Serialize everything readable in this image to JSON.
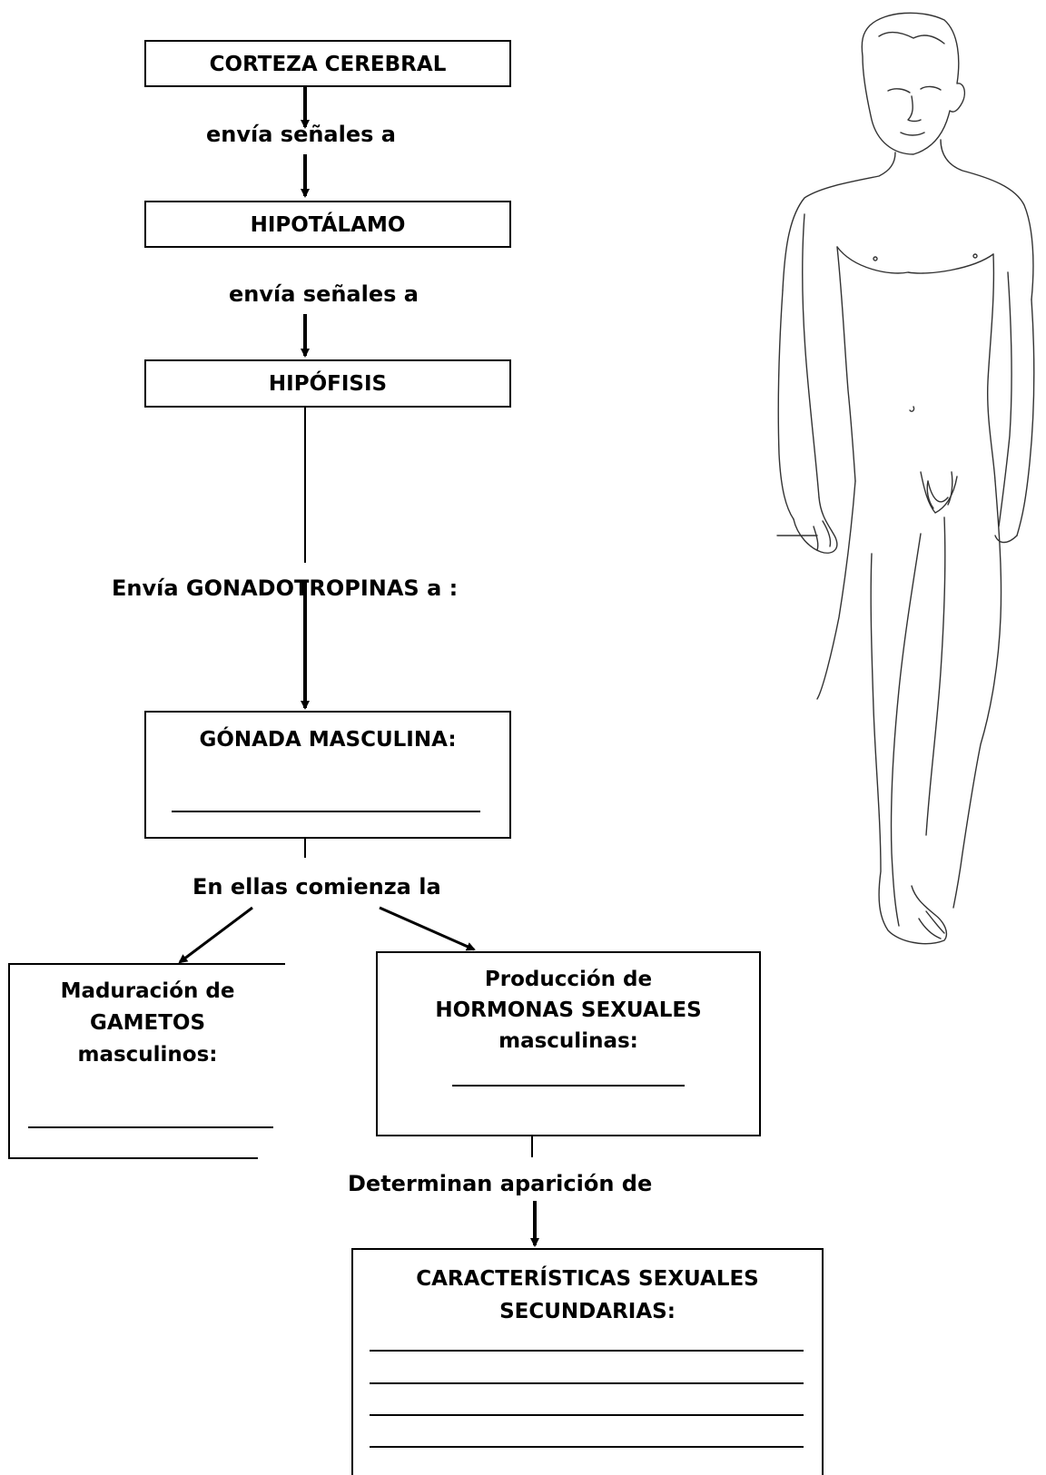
{
  "nodes": {
    "corteza": "CORTEZA CEREBRAL",
    "hipotalamo": "HIPOTÁLAMO",
    "hipofisis": "HIPÓFISIS",
    "gonada": "GÓNADA MASCULINA:",
    "maduracion": [
      "Maduración de",
      "GAMETOS",
      "masculinos:"
    ],
    "produccion": [
      "Producción de",
      "HORMONAS SEXUALES",
      "masculinas:"
    ],
    "caracteristicas": [
      "CARACTERÍSTICAS SEXUALES",
      "SECUNDARIAS:"
    ]
  },
  "edges": {
    "envia1": "envía señales a",
    "envia2": "envía señales a",
    "gonadotropinas": "Envía GONADOTROPINAS a :",
    "comienza": "En ellas comienza la",
    "determinan": "Determinan aparición de"
  },
  "colors": {
    "line": "#000000",
    "background": "#ffffff"
  },
  "illustration": "male-body-outline"
}
